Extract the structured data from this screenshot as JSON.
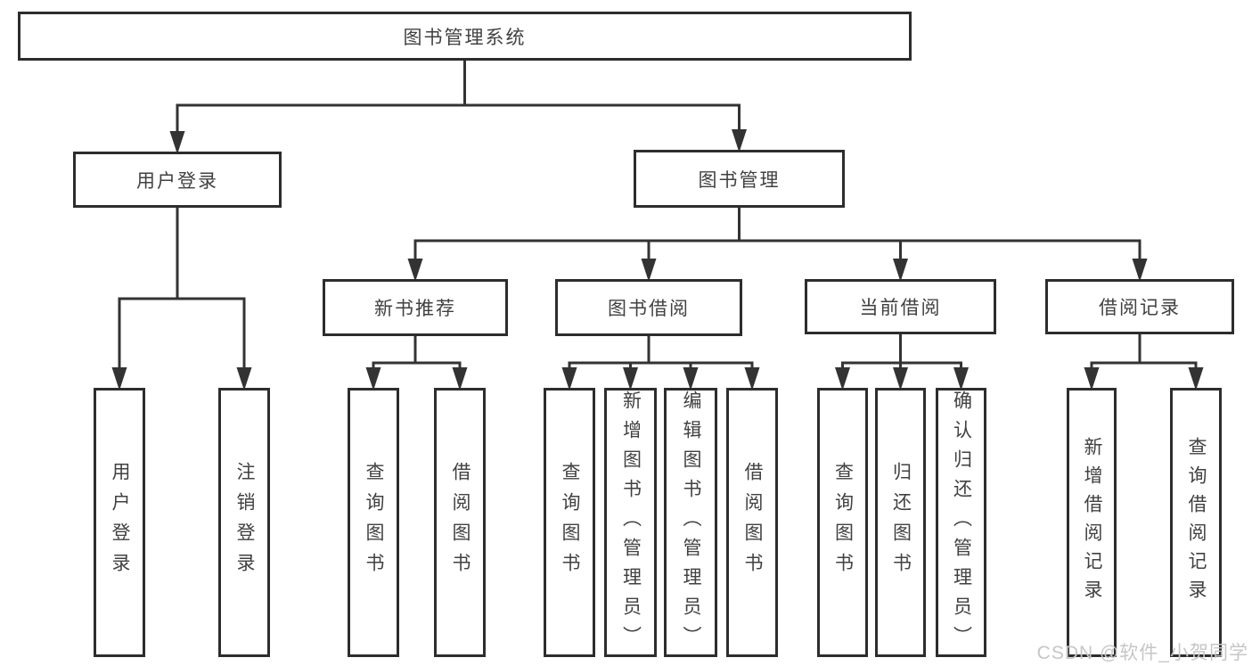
{
  "diagram": {
    "title": "图书管理系统",
    "watermark": "CSDN @软件_小贺同学",
    "colors": {
      "line": "#333333",
      "box_border": "#2d2d2d",
      "box_fill": "#ffffff",
      "text": "#414141",
      "watermark_text": "#c6c6c6",
      "background": "#ffffff"
    },
    "nodes": [
      {
        "id": "root",
        "label": "图书管理系统",
        "orientation": "horizontal",
        "level": 1
      },
      {
        "id": "user-login",
        "label": "用户登录",
        "orientation": "horizontal",
        "level": 2
      },
      {
        "id": "book-management",
        "label": "图书管理",
        "orientation": "horizontal",
        "level": 2
      },
      {
        "id": "new-book-recommend",
        "label": "新书推荐",
        "orientation": "horizontal",
        "level": 3
      },
      {
        "id": "book-borrow",
        "label": "图书借阅",
        "orientation": "horizontal",
        "level": 3
      },
      {
        "id": "current-borrow",
        "label": "当前借阅",
        "orientation": "horizontal",
        "level": 3
      },
      {
        "id": "borrow-records",
        "label": "借阅记录",
        "orientation": "horizontal",
        "level": 3
      },
      {
        "id": "leaf-user-login",
        "label": "用户登录",
        "orientation": "vertical",
        "level": 4
      },
      {
        "id": "leaf-logout",
        "label": "注销登录",
        "orientation": "vertical",
        "level": 4
      },
      {
        "id": "leaf-nb-query",
        "label": "查询图书",
        "orientation": "vertical",
        "level": 4
      },
      {
        "id": "leaf-nb-borrow",
        "label": "借阅图书",
        "orientation": "vertical",
        "level": 4
      },
      {
        "id": "leaf-bb-query",
        "label": "查询图书",
        "orientation": "vertical",
        "level": 4
      },
      {
        "id": "leaf-bb-add",
        "label": "新增图书（管理员）",
        "orientation": "vertical",
        "level": 4
      },
      {
        "id": "leaf-bb-edit",
        "label": "编辑图书（管理员）",
        "orientation": "vertical",
        "level": 4
      },
      {
        "id": "leaf-bb-borrow",
        "label": "借阅图书",
        "orientation": "vertical",
        "level": 4
      },
      {
        "id": "leaf-cb-query",
        "label": "查询图书",
        "orientation": "vertical",
        "level": 4
      },
      {
        "id": "leaf-cb-return",
        "label": "归还图书",
        "orientation": "vertical",
        "level": 4
      },
      {
        "id": "leaf-cb-confirm",
        "label": "确认归还（管理员）",
        "orientation": "vertical",
        "level": 4
      },
      {
        "id": "leaf-br-add",
        "label": "新增借阅记录",
        "orientation": "vertical",
        "level": 4
      },
      {
        "id": "leaf-br-query",
        "label": "查询借阅记录",
        "orientation": "vertical",
        "level": 4
      }
    ],
    "edges": [
      {
        "from": "root",
        "to": [
          "user-login",
          "book-management"
        ]
      },
      {
        "from": "user-login",
        "to": [
          "leaf-user-login",
          "leaf-logout"
        ]
      },
      {
        "from": "book-management",
        "to": [
          "new-book-recommend",
          "book-borrow",
          "current-borrow",
          "borrow-records"
        ]
      },
      {
        "from": "new-book-recommend",
        "to": [
          "leaf-nb-query",
          "leaf-nb-borrow"
        ]
      },
      {
        "from": "book-borrow",
        "to": [
          "leaf-bb-query",
          "leaf-bb-add",
          "leaf-bb-edit",
          "leaf-bb-borrow"
        ]
      },
      {
        "from": "current-borrow",
        "to": [
          "leaf-cb-query",
          "leaf-cb-return",
          "leaf-cb-confirm"
        ]
      },
      {
        "from": "borrow-records",
        "to": [
          "leaf-br-add",
          "leaf-br-query"
        ]
      }
    ]
  }
}
